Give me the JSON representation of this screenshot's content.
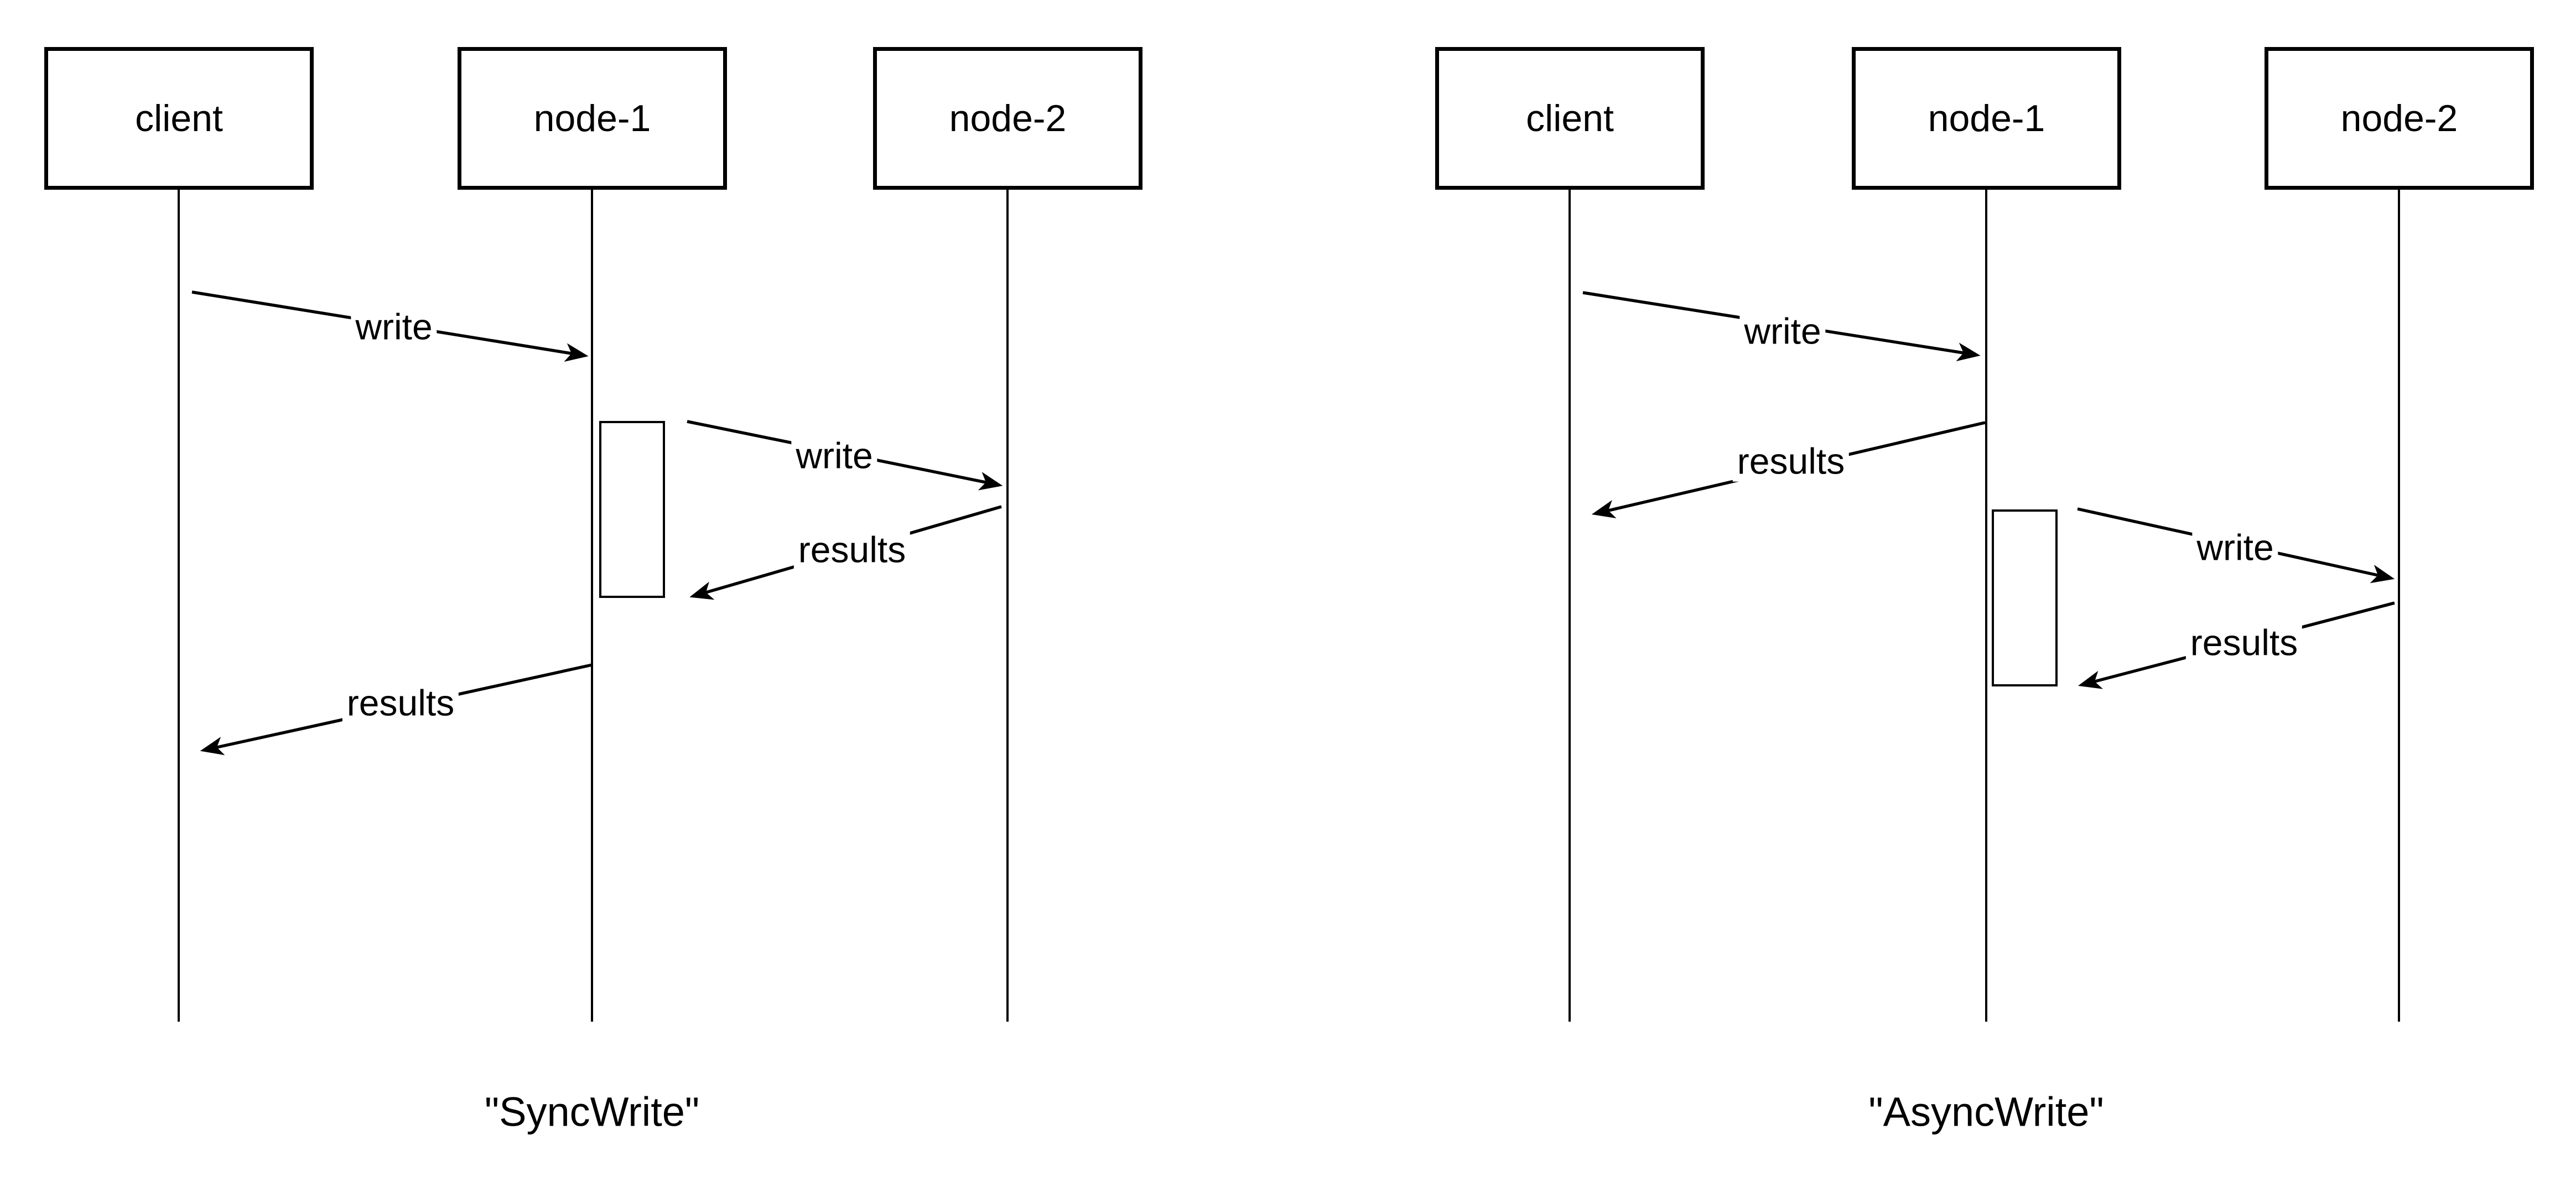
{
  "background_color": "#ffffff",
  "stroke_color": "#000000",
  "diagrams": [
    {
      "caption": "\"SyncWrite\"",
      "actors": [
        {
          "label": "client"
        },
        {
          "label": "node-1"
        },
        {
          "label": "node-2"
        }
      ],
      "messages": [
        {
          "label": "write",
          "from": "client",
          "to": "node-1"
        },
        {
          "label": "write",
          "from": "node-1",
          "to": "node-2"
        },
        {
          "label": "results",
          "from": "node-2",
          "to": "node-1"
        },
        {
          "label": "results",
          "from": "node-1",
          "to": "client"
        }
      ]
    },
    {
      "caption": "\"AsyncWrite\"",
      "actors": [
        {
          "label": "client"
        },
        {
          "label": "node-1"
        },
        {
          "label": "node-2"
        }
      ],
      "messages": [
        {
          "label": "write",
          "from": "client",
          "to": "node-1"
        },
        {
          "label": "results",
          "from": "node-1",
          "to": "client"
        },
        {
          "label": "write",
          "from": "node-1",
          "to": "node-2"
        },
        {
          "label": "results",
          "from": "node-2",
          "to": "node-1"
        }
      ]
    }
  ]
}
